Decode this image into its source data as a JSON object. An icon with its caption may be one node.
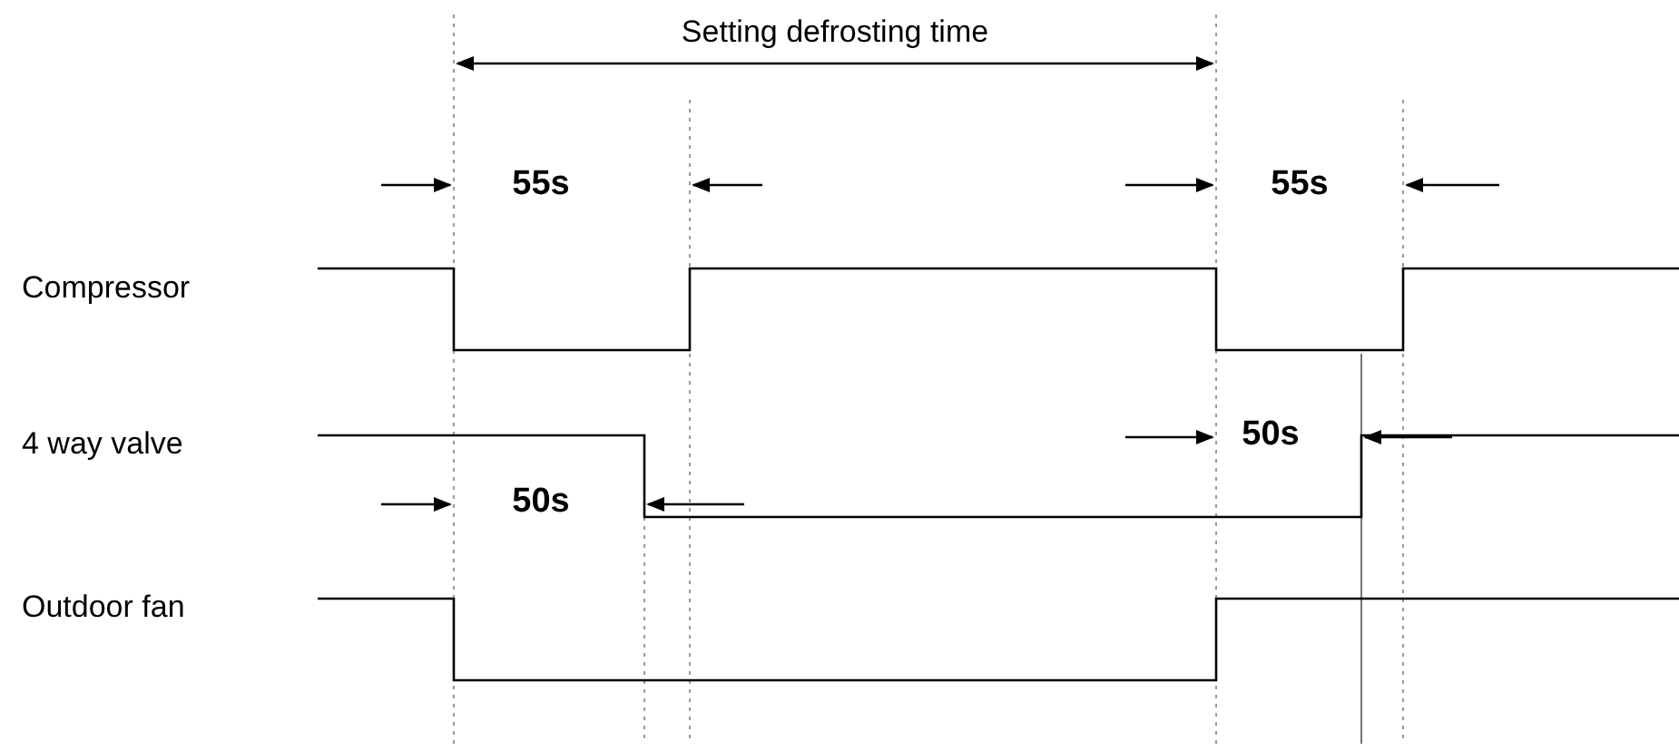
{
  "diagram": {
    "labels": [
      "Setting defrosting time",
      "55s",
      "55s",
      "Compressor",
      "4 way valve",
      "50s",
      "50s",
      "Outdoor fan"
    ]
  }
}
